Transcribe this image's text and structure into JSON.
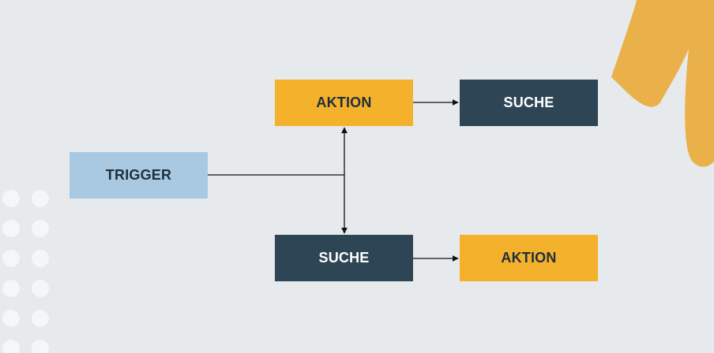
{
  "diagram": {
    "nodes": {
      "trigger": {
        "label": "TRIGGER",
        "color": "#a9c9e3"
      },
      "action_top": {
        "label": "AKTION",
        "color": "#f4b12c"
      },
      "search_top": {
        "label": "SUCHE",
        "color": "#2e4555"
      },
      "search_bottom": {
        "label": "SUCHE",
        "color": "#2e4555"
      },
      "action_bottom": {
        "label": "AKTION",
        "color": "#f4b12c"
      }
    },
    "edges": [
      {
        "from": "trigger",
        "to": "action_top"
      },
      {
        "from": "trigger",
        "to": "search_bottom"
      },
      {
        "from": "action_top",
        "to": "search_top"
      },
      {
        "from": "search_bottom",
        "to": "action_bottom"
      }
    ]
  },
  "decor": {
    "accent_color": "#eab04a",
    "background_color": "#e6eaec",
    "dot_color": "#f4f6f7",
    "line_color": "#111111"
  }
}
